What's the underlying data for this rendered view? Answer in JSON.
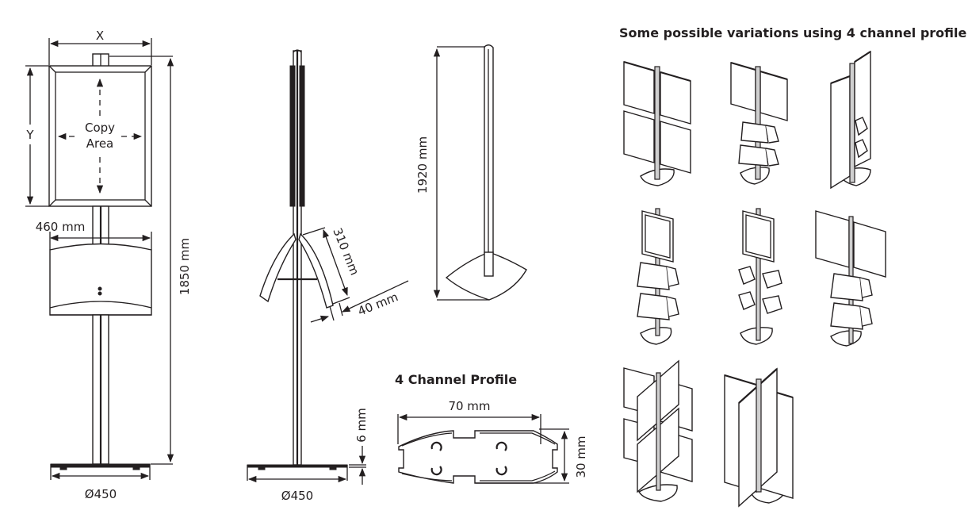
{
  "front_view": {
    "width_label": "X",
    "height_label": "Y",
    "copy_area_line1": "Copy",
    "copy_area_line2": "Area",
    "holder_width": "460 mm",
    "total_height": "1850 mm",
    "base_diameter": "Ø450"
  },
  "side_view": {
    "holder_depth": "310 mm",
    "holder_thickness": "40 mm",
    "base_thickness": "6 mm",
    "base_diameter": "Ø450"
  },
  "profile_pole": {
    "height": "1920 mm"
  },
  "channel_profile": {
    "title": "4 Channel Profile",
    "width": "70 mm",
    "height": "30 mm"
  },
  "variations": {
    "title": "Some possible variations using 4 channel profile",
    "items": [
      {
        "name": "four-frames"
      },
      {
        "name": "two-banners-two-brochure-holders"
      },
      {
        "name": "banner-with-brochure-pockets"
      },
      {
        "name": "poster-frame-two-brochure-holders"
      },
      {
        "name": "poster-frame-four-pockets"
      },
      {
        "name": "two-frames-two-brochure-holders"
      },
      {
        "name": "four-way-frames"
      },
      {
        "name": "four-way-banners"
      }
    ]
  }
}
